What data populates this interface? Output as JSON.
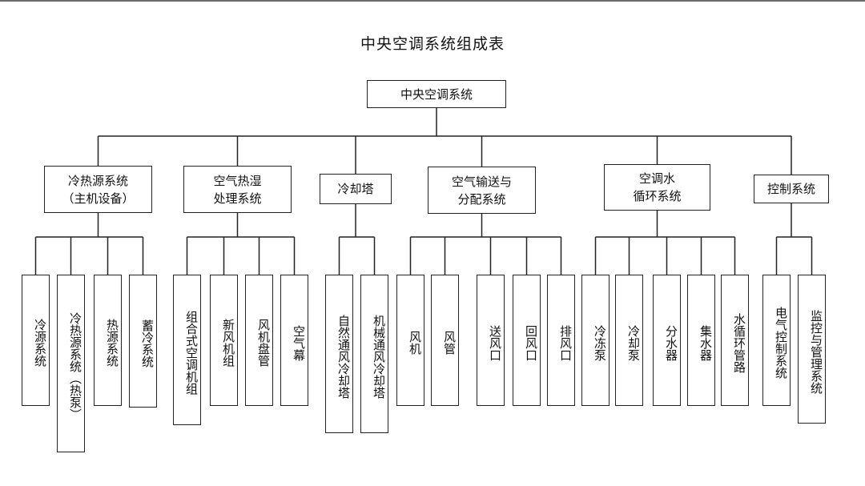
{
  "title": "中央空调系统组成表",
  "root": "中央空调系统",
  "groups": [
    {
      "label": "冷热源系统\n（主机设备）",
      "children": [
        "冷源系统",
        "冷热源系统（热泵）",
        "热源系统",
        "蓄冷系统"
      ]
    },
    {
      "label": "空气热湿\n处理系统",
      "children": [
        "组合式空调机组",
        "新风机组",
        "风机盘管",
        "空气幕"
      ]
    },
    {
      "label": "冷却塔",
      "children": [
        "自然通风冷却塔",
        "机械通风冷却塔"
      ]
    },
    {
      "label": "空气输送与\n分配系统",
      "children": [
        "风机",
        "风管",
        "送风口",
        "回风口",
        "排风口"
      ]
    },
    {
      "label": "空调水\n循环系统",
      "children": [
        "冷冻泵",
        "冷却泵",
        "分水器",
        "集水器",
        "水循环管路"
      ]
    },
    {
      "label": "控制系统",
      "children": [
        "电气控制系统",
        "监控与管理系统"
      ]
    }
  ]
}
